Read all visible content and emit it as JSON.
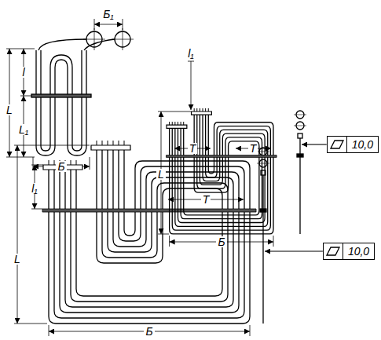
{
  "diagram": {
    "nodes": [
      {
        "text": [
          "10,0"
        ]
      },
      {
        "text": [
          "10,0"
        ]
      }
    ],
    "labels": [
      "Б₁",
      "l₁",
      "l",
      "L",
      "L₁",
      "T",
      "T",
      "L",
      "Б",
      "Б",
      "l₁",
      "T",
      "L",
      "Б"
    ]
  }
}
